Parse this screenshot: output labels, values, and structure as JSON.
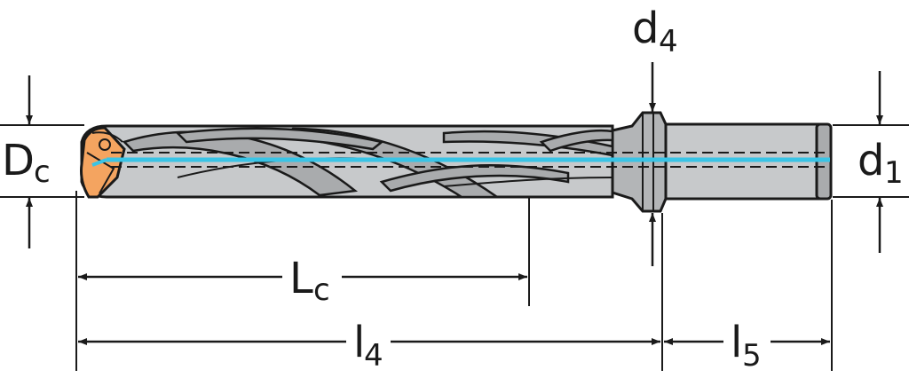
{
  "labels": {
    "dc": {
      "main": "D",
      "sub": "c"
    },
    "d4": {
      "main": "d",
      "sub": "4"
    },
    "d1": {
      "main": "d",
      "sub": "1"
    },
    "lc": {
      "main": "L",
      "sub": "c"
    },
    "l4": {
      "main": "l",
      "sub": "4"
    },
    "l5": {
      "main": "l",
      "sub": "5"
    }
  },
  "colors": {
    "line": "#1a1a1a",
    "body_gray": "#c7c9cb",
    "body_dark": "#a9abad",
    "tip_orange": "#f4a460",
    "coolant": "#39c4e6"
  }
}
